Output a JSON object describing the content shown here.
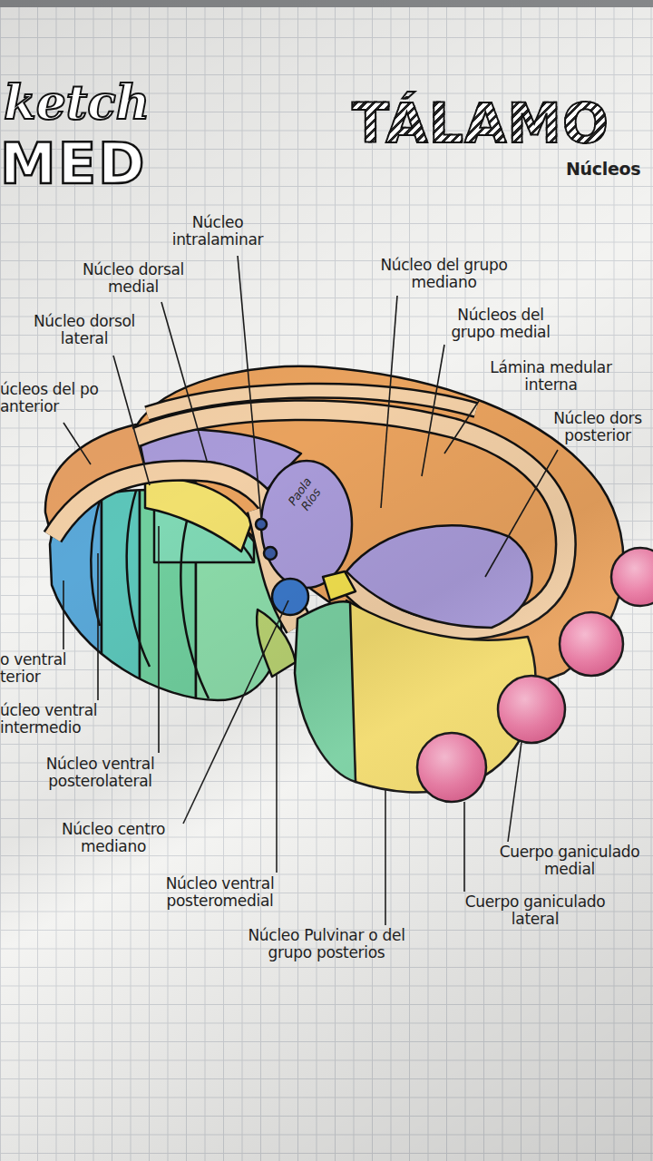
{
  "diagram": {
    "title": "TÁLAMO",
    "labels": [
      "ketch",
      "MED",
      "Núcleos",
      "Núcleo intralaminar",
      "Núcleo dorsal medial",
      "Núcleo dorsol lateral",
      "úcleos del po anterior",
      "Núcleo del grupo mediano",
      "Núcleos del grupo medial",
      "Lámina medular interna",
      "Núcleo dors posterior",
      "Paola Ríos",
      "o ventral terior",
      "úcleo ventral intermedio",
      "Núcleo ventral posterolateral",
      "Núcleo centro mediano",
      "Núcleo ventral posteromedial",
      "Núcleo Pulvinar o del grupo posterios",
      "Cuerpo ganiculado medial",
      "Cuerpo ganiculado lateral"
    ]
  }
}
